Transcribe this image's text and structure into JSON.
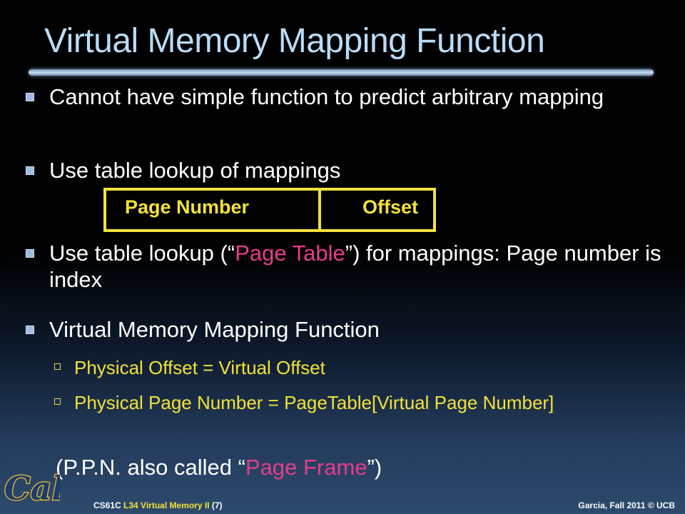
{
  "slide": {
    "title": "Virtual Memory Mapping Function",
    "bullets": [
      {
        "text": "Cannot have simple function to predict arbitrary mapping"
      },
      {
        "text": "Use table lookup of mappings"
      },
      {
        "pre": "Use table lookup (“",
        "highlight": "Page Table",
        "post": "”) for mappings: Page number is index"
      },
      {
        "text": "Virtual Memory Mapping Function"
      }
    ],
    "sub_bullets": [
      "Physical Offset = Virtual Offset",
      "Physical Page Number = PageTable[Virtual Page Number]"
    ],
    "address_fields": {
      "page_number": "Page Number",
      "offset": "Offset"
    },
    "note": {
      "pre": "(P.P.N. also called “",
      "highlight": "Page Frame",
      "post": "”)"
    },
    "footer": {
      "course_code": "CS61C",
      "lecture": "L34 Virtual Memory II",
      "page": "(7)",
      "credit": "Garcia, Fall 2011 © UCB"
    },
    "logo_text": "Cal"
  },
  "colors": {
    "title": "#b9dcf7",
    "accent_yellow": "#f2e23a",
    "accent_pink": "#e63c8a",
    "body_text": "#ffffff"
  }
}
